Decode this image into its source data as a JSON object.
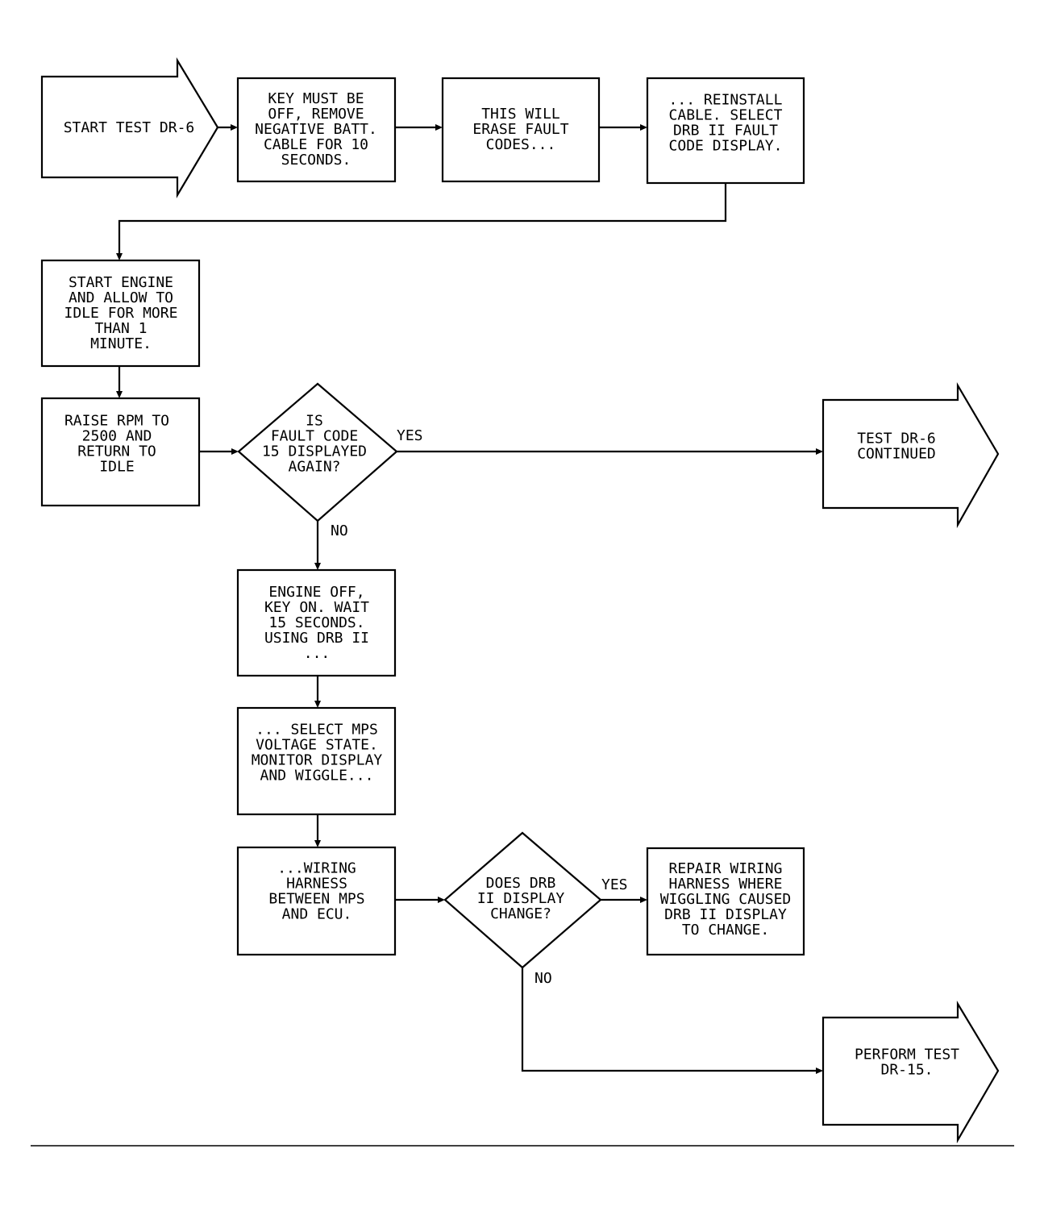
{
  "nodes": {
    "start": [
      "START TEST DR-6"
    ],
    "key_off": [
      "KEY MUST BE",
      "OFF, REMOVE",
      "NEGATIVE BATT.",
      "CABLE FOR 10",
      "SECONDS."
    ],
    "erase": [
      "THIS WILL",
      "ERASE FAULT",
      "CODES..."
    ],
    "reinstall": [
      "... REINSTALL",
      "CABLE. SELECT",
      "DRB II FAULT",
      "CODE DISPLAY."
    ],
    "start_engine": [
      "START ENGINE",
      "AND ALLOW TO",
      "IDLE FOR MORE",
      "THAN 1",
      "MINUTE."
    ],
    "raise_rpm": [
      "RAISE RPM TO",
      "2500 AND",
      "RETURN TO",
      "IDLE"
    ],
    "decision_fault": [
      "IS",
      "FAULT CODE",
      "15 DISPLAYED",
      "AGAIN?"
    ],
    "continued": [
      "TEST DR-6",
      "CONTINUED"
    ],
    "engine_off": [
      "ENGINE OFF,",
      "KEY ON. WAIT",
      "15 SECONDS.",
      "USING DRB II",
      "..."
    ],
    "select_mps": [
      "... SELECT MPS",
      "VOLTAGE STATE.",
      "MONITOR DISPLAY",
      "AND WIGGLE..."
    ],
    "wiring": [
      "...WIRING",
      "HARNESS",
      "BETWEEN MPS",
      "AND ECU."
    ],
    "decision_display": [
      "DOES DRB",
      "II DISPLAY",
      "CHANGE?"
    ],
    "repair": [
      "REPAIR WIRING",
      "HARNESS WHERE",
      "WIGGLING CAUSED",
      "DRB II DISPLAY",
      "TO CHANGE."
    ],
    "perform": [
      "PERFORM TEST",
      "DR-15."
    ]
  },
  "edge_labels": {
    "fault_yes": "YES",
    "fault_no": "NO",
    "display_yes": "YES",
    "display_no": "NO"
  }
}
